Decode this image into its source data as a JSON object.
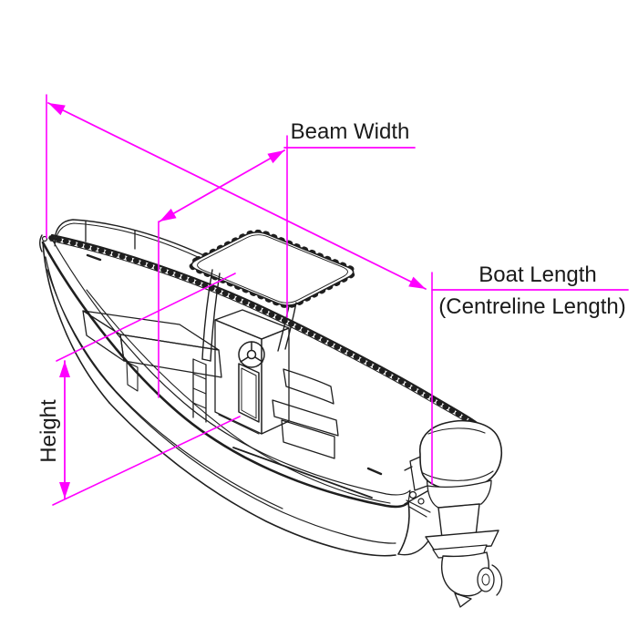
{
  "page": {
    "background": "#ffffff"
  },
  "diagram": {
    "type": "boat-cover-measurement-diagram",
    "subject": "center-console boat with outboard motor, isometric technical line drawing",
    "dimension_color": "#ff00ff",
    "line_color": "#1f1f1f",
    "labels": {
      "beam_width": "Beam Width",
      "boat_length": "Boat Length",
      "boat_length_sub": "(Centreline Length)",
      "height": "Height"
    }
  }
}
